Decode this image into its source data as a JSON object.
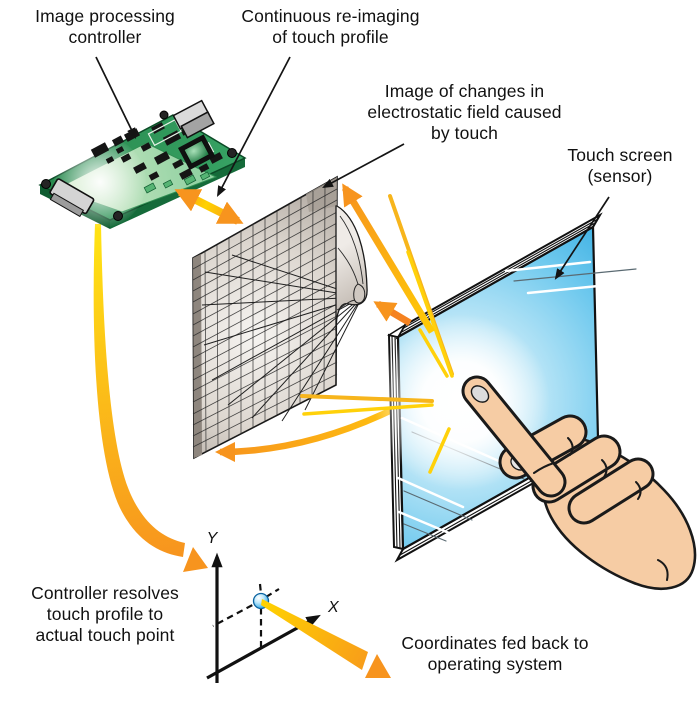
{
  "labels": {
    "image_processing_controller": {
      "line1": "Image processing",
      "line2": "controller"
    },
    "continuous_reimaging": {
      "line1": "Continuous re-imaging",
      "line2": "of touch profile"
    },
    "electrostatic_image": {
      "line1": "Image of changes in",
      "line2": "electrostatic field caused",
      "line3": "by touch"
    },
    "touch_screen": {
      "line1": "Touch screen",
      "line2": "(sensor)"
    },
    "controller_resolves": {
      "line1": "Controller resolves",
      "line2": "touch profile to",
      "line3": "actual touch point"
    },
    "coordinates_feedback": {
      "line1": "Coordinates fed back to",
      "line2": "operating system"
    }
  },
  "axes": {
    "x_label": "X",
    "y_label": "Y"
  },
  "colors": {
    "arrow_orange": "#F7941E",
    "arrow_yellow": "#FFD200",
    "screen_blue": "#2AA7DF",
    "pcb_green": "#2E9B58",
    "mesh_gray": "#D8D2CC",
    "skin": "#F6CCA4",
    "touch_point_blue": "#54B9EC",
    "outline_black": "#111111"
  }
}
